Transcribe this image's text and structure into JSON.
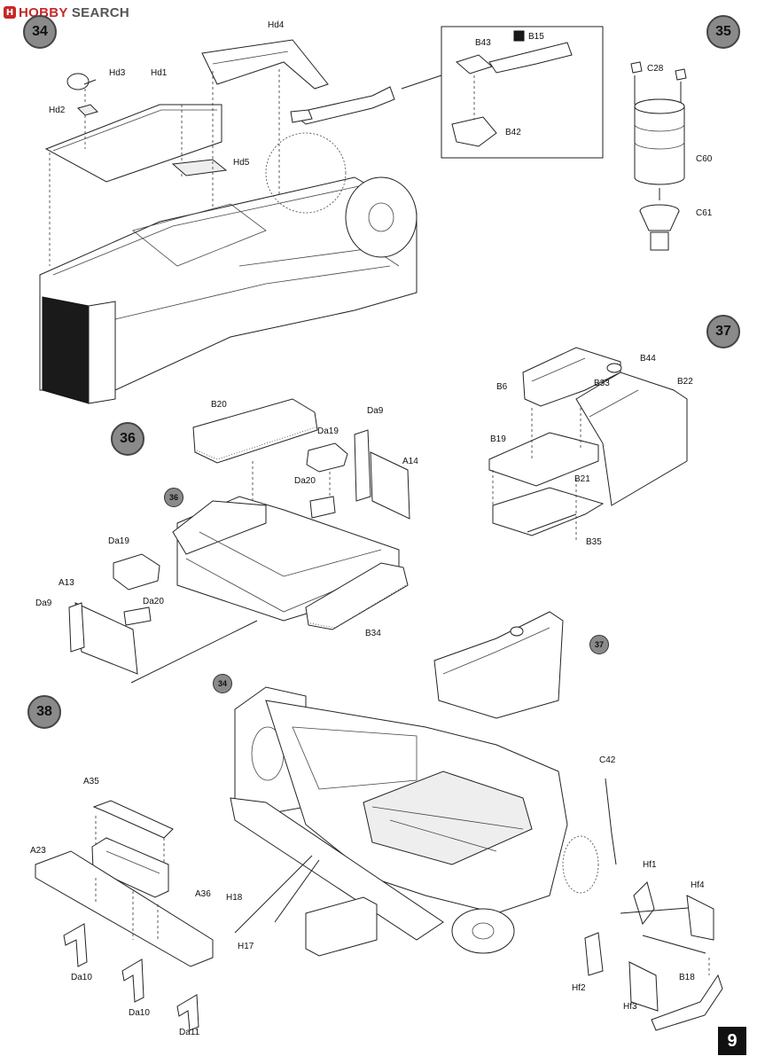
{
  "watermark": {
    "badge": "H",
    "brand": "HOBBY",
    "word": "SEARCH"
  },
  "steps": {
    "s34": "34",
    "s35": "35",
    "s36": "36",
    "s37": "37",
    "s38": "38"
  },
  "refs": {
    "r36": "36",
    "r37": "37",
    "r34": "34"
  },
  "page_number": "9",
  "labels": {
    "hd4": "Hd4",
    "hd3": "Hd3",
    "hd1": "Hd1",
    "hd2": "Hd2",
    "hd5": "Hd5",
    "b43": "B43",
    "b15": "B15",
    "b42": "B42",
    "c28": "C28",
    "c60": "C60",
    "c61": "C61",
    "b20": "B20",
    "da9a": "Da9",
    "da19a": "Da19",
    "a14": "A14",
    "da20a": "Da20",
    "da19b": "Da19",
    "a13": "A13",
    "da9b": "Da9",
    "da20b": "Da20",
    "b34": "B34",
    "b44": "B44",
    "b6": "B6",
    "b33": "B33",
    "b22": "B22",
    "b19": "B19",
    "b21": "B21",
    "b35": "B35",
    "a35": "A35",
    "a23": "A23",
    "a36": "A36",
    "da10a": "Da10",
    "da10b": "Da10",
    "da11": "Da11",
    "c42": "C42",
    "h18": "H18",
    "h17": "H17",
    "hf1": "Hf1",
    "hf4": "Hf4",
    "hf2": "Hf2",
    "hf3": "Hf3",
    "b18": "B18"
  },
  "icons": {
    "callout": "glue-icon"
  }
}
